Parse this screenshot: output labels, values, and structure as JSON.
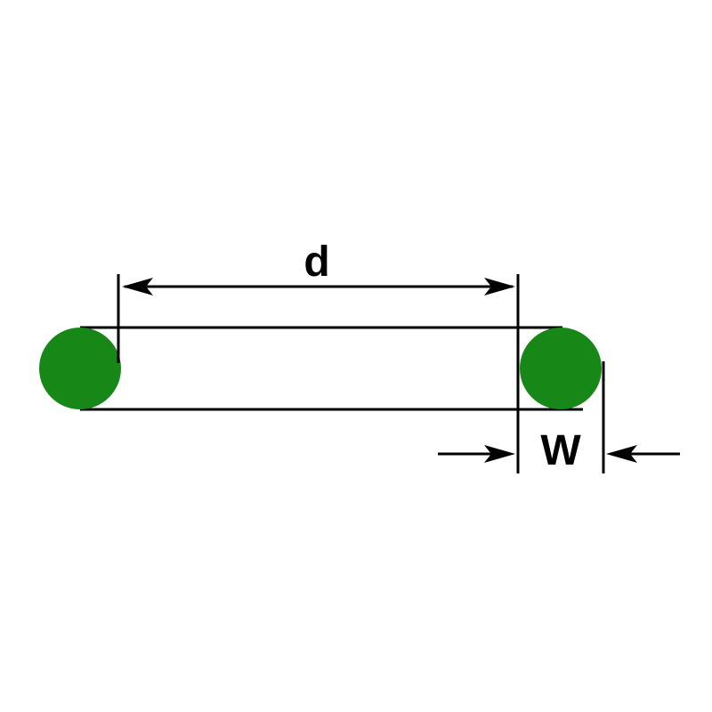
{
  "diagram": {
    "type": "o-ring-cross-section-dimension-diagram",
    "labels": {
      "diameter": "d",
      "width": "W"
    },
    "colors": {
      "ring": "#178717",
      "line": "#000000",
      "background": "#ffffff"
    }
  }
}
